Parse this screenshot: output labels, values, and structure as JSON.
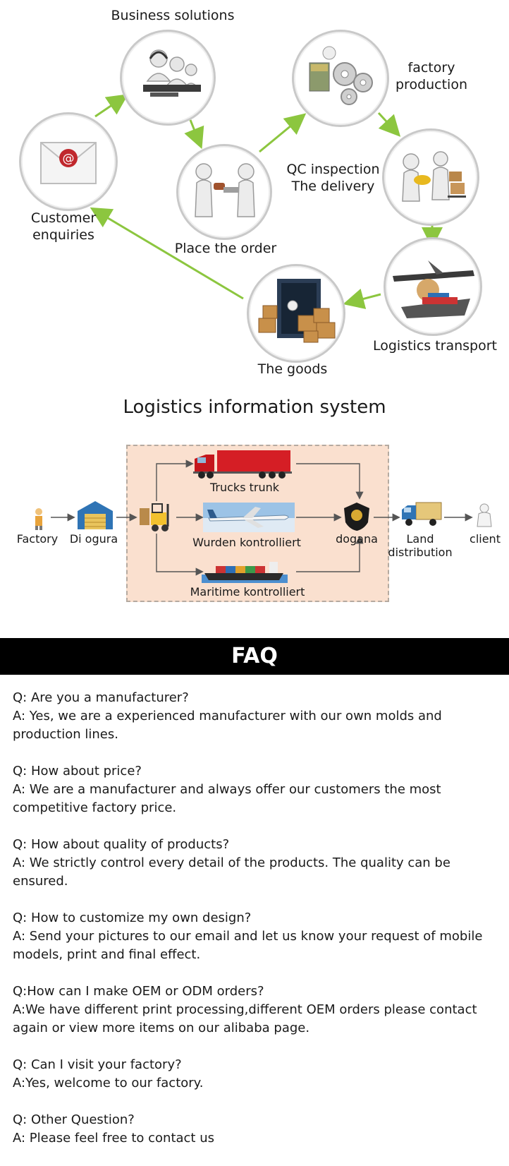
{
  "flow": {
    "business": "Business solutions",
    "factory": "factory production",
    "qc": "QC inspection The delivery",
    "customer": "Customer enquiries",
    "order": "Place the order",
    "logistics": "Logistics transport",
    "goods": "The goods"
  },
  "system": {
    "title": "Logistics information system",
    "trucks": "Trucks trunk",
    "air": "Wurden kontrolliert",
    "sea": "Maritime kontrolliert",
    "factory": "Factory",
    "warehouse": "Di ogura",
    "dogana": "dogana",
    "land": "Land distribution",
    "client": "client"
  },
  "colors": {
    "arrow": "#8cc63f",
    "box": "#fae0cf",
    "faq_bar": "#000000"
  },
  "faq": {
    "title": "FAQ",
    "items": [
      {
        "q": "Q: Are you a manufacturer?",
        "a": "A: Yes, we are a experienced manufacturer with our own molds and production lines."
      },
      {
        "q": "Q: How about price?",
        "a": "A: We are a manufacturer and always offer our customers the most competitive factory price."
      },
      {
        "q": "Q: How about quality of products?",
        "a": "A: We strictly control every detail of the products. The quality can be ensured."
      },
      {
        "q": "Q: How to customize my own design?",
        "a": "A: Send your pictures to our email and let us know your request of mobile models, print and final effect."
      },
      {
        "q": "Q:How can I make OEM or ODM orders?",
        "a": "A:We have different print processing,different OEM orders please contact again or view more items on our alibaba page."
      },
      {
        "q": "Q: Can I visit your factory?",
        "a": "A:Yes, welcome to our factory."
      },
      {
        "q": "Q: Other Question?",
        "a": "A: Please feel free to contact us"
      }
    ]
  }
}
